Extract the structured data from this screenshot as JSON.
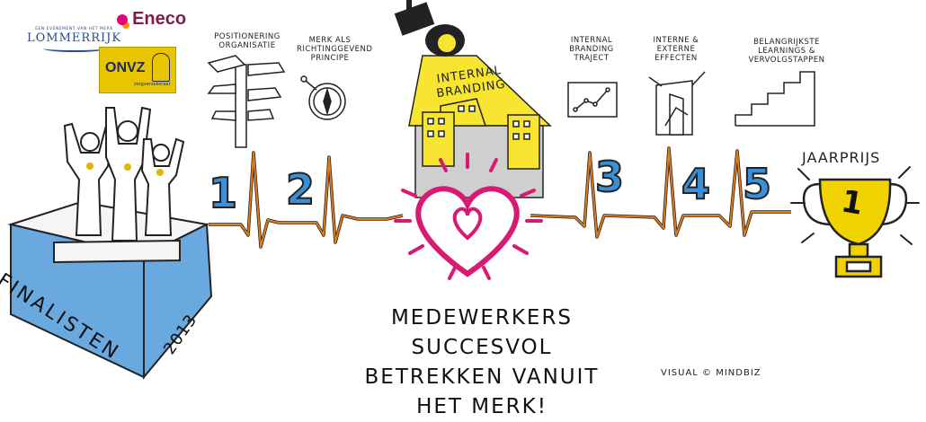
{
  "logos": {
    "lommerrijk_top": "EEN EVENEMENT VAN HET MERK",
    "lommerrijk": "LOMMERRIJK",
    "eneco": "Eneco",
    "onvz": "ONVZ",
    "onvz_sub": "zorgverzekeraar"
  },
  "podium": {
    "label": "FINALISTEN",
    "year": "2013"
  },
  "steps": [
    {
      "number": "1",
      "label": "POSITIONERING ORGANISATIE"
    },
    {
      "number": "2",
      "label": "MERK ALS RICHTINGGEVEND PRINCIPE"
    },
    {
      "number": "3",
      "label": "INTERNAL BRANDING TRAJECT"
    },
    {
      "number": "4",
      "label": "INTERNE & EXTERNE EFFECTEN"
    },
    {
      "number": "5",
      "label": "BELANGRIJKSTE LEARNINGS & VERVOLGSTAPPEN"
    }
  ],
  "spotlight": {
    "title": "INTERNAL BRANDING"
  },
  "trophy": {
    "label": "JAARPRIJS",
    "number": "1"
  },
  "tagline": [
    "MEDEWERKERS SUCCESVOL",
    "BETREKKEN VANUIT",
    "HET MERK!"
  ],
  "credit": "VISUAL © MINDBIZ",
  "colors": {
    "heartbeat": "#e07b1a",
    "heart": "#d81b72",
    "number": "#3b8fd6",
    "spotlight": "#f7e531",
    "trophy": "#f0d200",
    "podium": "#6aa9e0"
  }
}
